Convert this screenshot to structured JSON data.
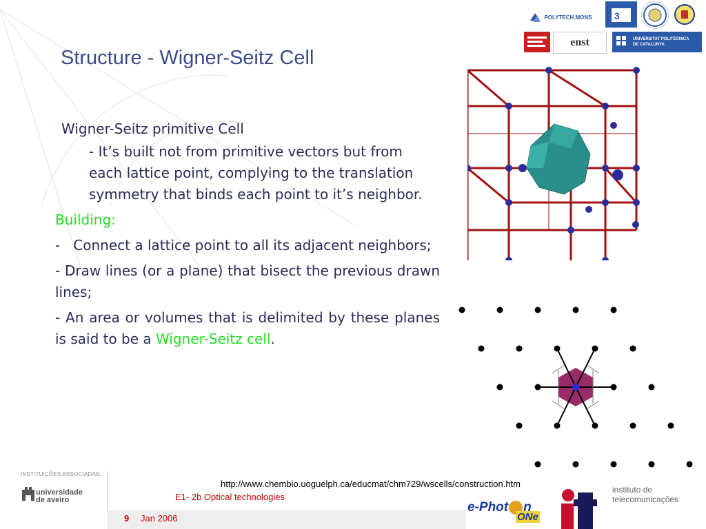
{
  "slide": {
    "title": "Structure - Wigner-Seitz Cell",
    "subtitle": "Wigner-Seitz primitive Cell",
    "description": "- It’s built not from primitive vectors but from each lattice point, complying to the translation symmetry that binds each point to it’s neighbor.",
    "building_label": "Building:",
    "bullet1": "-   Connect a lattice point to all its adjacent neighbors;",
    "bullet2": "- Draw lines (or a plane) that bisect the previous drawn lines;",
    "bullet3_prefix": "- An area or volumes that is delimited by these planes is said to be a ",
    "bullet3_highlight": "Wigner-Seitz cell",
    "bullet3_suffix": ".",
    "source_url": "http://www.chembio.uoguelph.ca/educmat/chm729/wscells/construction.htm"
  },
  "footer": {
    "course": "E1- 2b Optical technologies",
    "page_number": "9",
    "date": "Jan 2006",
    "associated_label": "INSTITUIÇÕES ASSOCIADAS:",
    "aveiro_line1": "universidade",
    "aveiro_line2": "de aveiro",
    "ephoton_a": "e-Phot",
    "ephoton_b": "n",
    "ephoton_c": "ONe",
    "it_line1": "instituto de",
    "it_line2": "telecomunicações"
  },
  "partner_logos": {
    "polytech": "POLYTECH.MONS",
    "upc_line1": "UNIVERSITAT POLITÈCNICA",
    "upc_line2": "DE CATALUNYA",
    "enst": "enst"
  },
  "colors": {
    "title": "#3b4a8a",
    "body_text": "#2a2a56",
    "highlight_green": "#22dd22",
    "footer_red": "#cc0000",
    "lattice_red": "#a01010",
    "lattice_node": "#2b2b9a",
    "cell_teal": "#2a8f8a",
    "hexagon_fill": "#9a2b6a"
  }
}
